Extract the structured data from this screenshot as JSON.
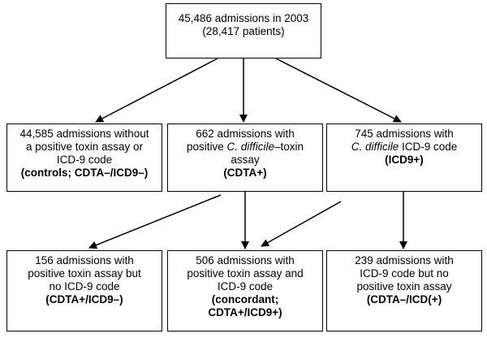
{
  "top": {
    "line1": "45,486 admissions in 2003",
    "line2": "(28,417 patients)"
  },
  "middle": {
    "left": {
      "line1": "44,585 admissions without",
      "line2": "a positive toxin assay or",
      "line3": "ICD-9 code",
      "line4": "(controls; CDTA–/ICD9–)"
    },
    "center": {
      "line1": "662 admissions with",
      "line2_prefix": "positive ",
      "line2_italic": "C. difficile",
      "line2_suffix": "–toxin",
      "line3": "assay",
      "line4": "(CDTA+)"
    },
    "right": {
      "line1": "745 admissions with",
      "line2_italic": "C. difficile",
      "line2_suffix": " ICD-9 code",
      "line3": "(ICD9+)"
    }
  },
  "bottom": {
    "left": {
      "line1": "156 admissions with",
      "line2": "positive toxin assay but",
      "line3": "no ICD-9 code",
      "line4": "(CDTA+/ICD9–)"
    },
    "center": {
      "line1": "506 admissions with",
      "line2": "positive toxin assay and",
      "line3": "ICD-9 code",
      "line4": "(concordant;",
      "line5": "CDTA+/ICD9+)"
    },
    "right": {
      "line1": "239 admissions with",
      "line2": "ICD-9 code but no",
      "line3": "positive toxin assay",
      "line4": "(CDTA–/ICD(+)"
    }
  }
}
